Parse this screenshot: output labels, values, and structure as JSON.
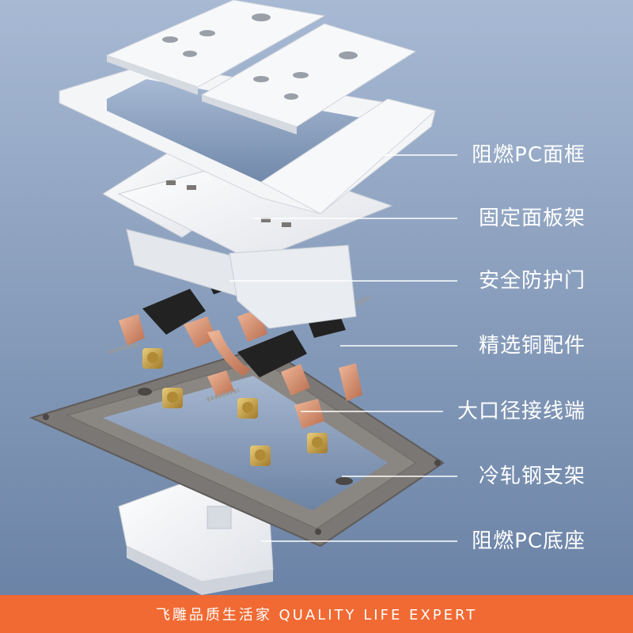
{
  "callouts": {
    "face_frame": "阻燃PC面框",
    "panel_bracket": "固定面板架",
    "safety_door": "安全防护门",
    "copper_parts": "精选铜配件",
    "wiring_terminal": "大口径接线端",
    "steel_bracket": "冷轧钢支架",
    "base": "阻燃PC底座"
  },
  "footer": {
    "slogan": "飞雕品质生活家 QUALITY LIFE EXPERT"
  },
  "colors": {
    "background_top": "#9fb3cf",
    "background_bottom": "#6e86a8",
    "footer_bar": "#f16a33",
    "plastic_white": "#f4f5f7",
    "steel_gray": "#7b7774",
    "copper": "#d98f6e",
    "brass": "#c8a24a",
    "shutter_black": "#222222"
  }
}
